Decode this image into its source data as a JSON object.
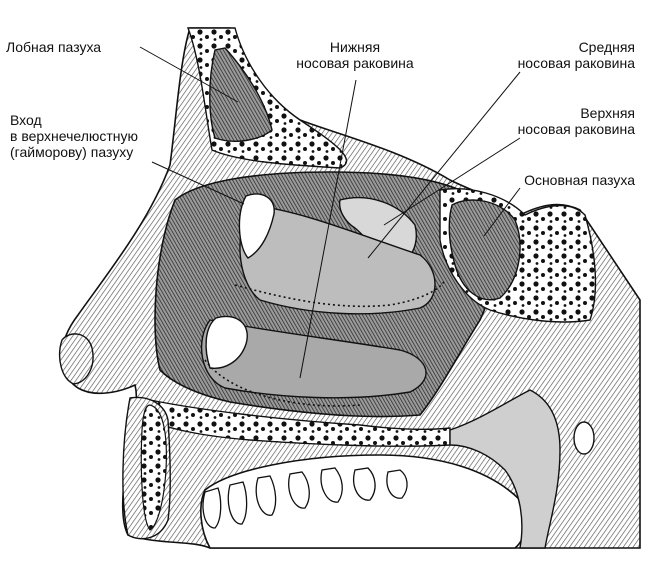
{
  "labels": {
    "frontal_sinus": {
      "lines": [
        "Лобная пазуха"
      ]
    },
    "maxillary_entry": {
      "lines": [
        "Вход",
        "в верхнечелюстную",
        "(гайморову) пазуху"
      ]
    },
    "inferior_concha": {
      "lines": [
        "Нижняя",
        "носовая раковина"
      ]
    },
    "middle_concha": {
      "lines": [
        "Средняя",
        "носовая раковина"
      ]
    },
    "superior_concha": {
      "lines": [
        "Верхняя",
        "носовая раковина"
      ]
    },
    "sphenoid_sinus": {
      "lines": [
        "Основная пазуха"
      ]
    }
  },
  "colors": {
    "ink": "#111111",
    "paper": "#ffffff",
    "shade": "#6a6a6a",
    "tissue": "#c8c8c8"
  }
}
